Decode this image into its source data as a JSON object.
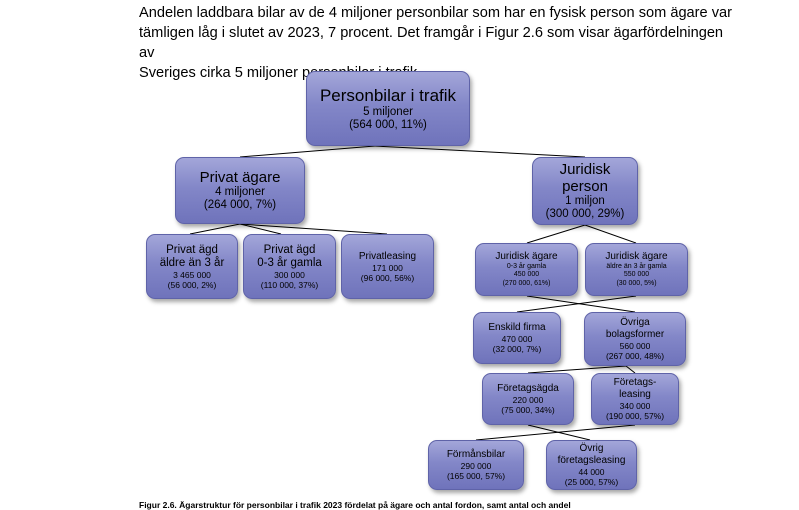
{
  "intro": {
    "line1": "Andelen laddbara bilar av de 4 miljoner personbilar som har en fysisk person som ägare var",
    "line2": "tämligen låg i slutet av 2023, 7 procent. Det framgår i Figur 2.6 som visar ägarfördelningen av",
    "line3": "Sveriges cirka 5 miljoner personbilar i trafik."
  },
  "nodes": {
    "root": {
      "title": "Personbilar i trafik",
      "count": "5 miljoner",
      "ev": "(564 000, 11%)"
    },
    "private_owner": {
      "title": "Privat ägare",
      "count": "4 miljoner",
      "ev": "(264 000, 7%)"
    },
    "legal_person": {
      "title1": "Juridisk",
      "title2": "person",
      "count": "1 miljon",
      "ev": "(300 000, 29%)"
    },
    "private_old": {
      "line1": "Privat ägd",
      "line2": "äldre än 3 år",
      "count": "3 465 000",
      "ev": "(56 000, 2%)"
    },
    "private_new": {
      "line1": "Privat ägd",
      "line2": "0-3 år gamla",
      "count": "300 000",
      "ev": "(110 000, 37%)"
    },
    "private_leasing": {
      "title": "Privatleasing",
      "count": "171 000",
      "ev": "(96 000, 56%)"
    },
    "legal_new": {
      "title": "Juridisk ägare",
      "sub": "0-3 år gamla",
      "count": "450 000",
      "ev": "(270 000, 61%)"
    },
    "legal_old": {
      "title": "Juridisk ägare",
      "sub": "äldre än 3 år gamla",
      "count": "550 000",
      "ev": "(30 000, 5%)"
    },
    "sole_trader": {
      "title": "Enskild firma",
      "count": "470 000",
      "ev": "(32 000, 7%)"
    },
    "other_company": {
      "line1": "Övriga",
      "line2": "bolagsformer",
      "count": "560 000",
      "ev": "(267 000, 48%)"
    },
    "company_owned": {
      "title": "Företagsägda",
      "count": "220 000",
      "ev": "(75 000, 34%)"
    },
    "company_leasing": {
      "line1": "Företags-",
      "line2": "leasing",
      "count": "340 000",
      "ev": "(190 000, 57%)"
    },
    "benefit_car": {
      "title": "Förmånsbilar",
      "count": "290 000",
      "ev": "(165 000, 57%)"
    },
    "other_leasing": {
      "line1": "Övrig",
      "line2": "företagsleasing",
      "count": "44 000",
      "ev": "(25 000, 57%)"
    }
  },
  "caption": "Figur 2.6. Ägarstruktur för personbilar i trafik 2023 fördelat på ägare och antal fordon, samt antal och andel"
}
